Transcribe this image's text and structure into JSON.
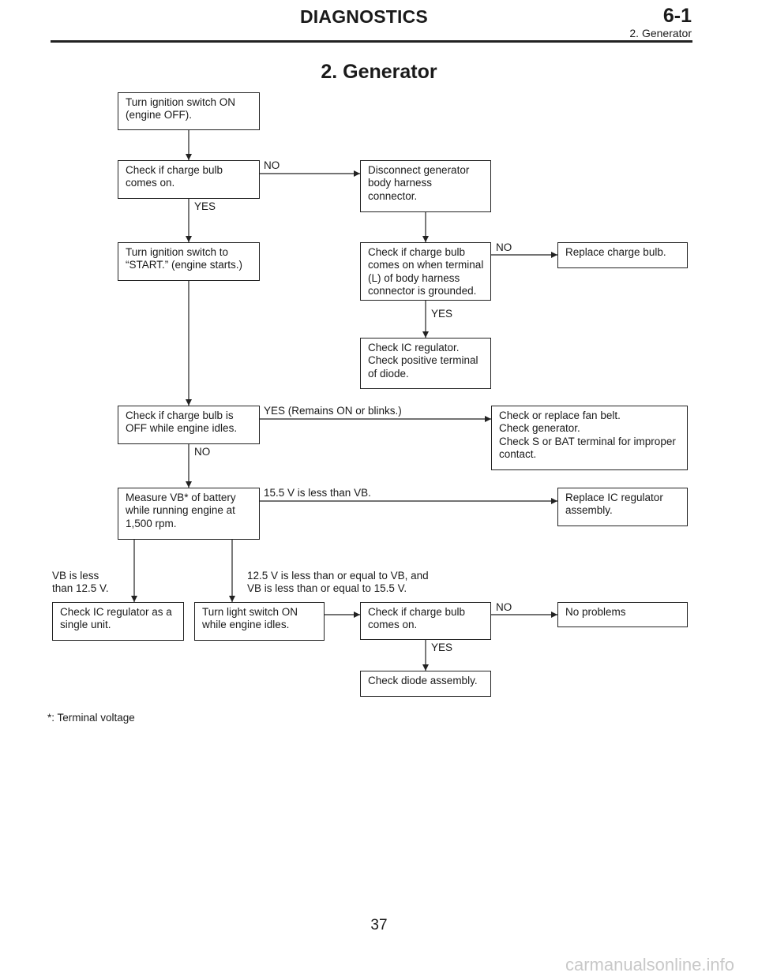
{
  "header": {
    "section": "DIAGNOSTICS",
    "number": "6-1",
    "subsection": "2. Generator"
  },
  "title": "2. Generator",
  "boxes": {
    "b1": "Turn ignition switch ON\n(engine OFF).",
    "b2": "Check if charge bulb\ncomes on.",
    "b3": "Disconnect generator\nbody harness\nconnector.",
    "b4": "Turn ignition switch to\n“START.” (engine starts.)",
    "b5": "Check if charge bulb\ncomes on when terminal\n(L) of body harness\nconnector is grounded.",
    "b6": "Replace charge bulb.",
    "b7": "Check IC regulator.\nCheck positive terminal\nof diode.",
    "b8": "Check if charge bulb is\nOFF while engine idles.",
    "b9": "Check or replace fan belt.\nCheck generator.\nCheck S or BAT terminal for improper\ncontact.",
    "b10": "Measure VB* of battery\nwhile running engine at\n1,500 rpm.",
    "b11": "Replace IC regulator\nassembly.",
    "b12": "Check IC regulator as a\nsingle unit.",
    "b13": "Turn light switch ON\nwhile engine idles.",
    "b14": "Check if charge bulb\ncomes on.",
    "b15": "No problems",
    "b16": "Check diode assembly."
  },
  "labels": {
    "l_no1": "NO",
    "l_yes1": "YES",
    "l_no2": "NO",
    "l_yes2": "YES",
    "l_yes_remains": "YES (Remains ON or blinks.)",
    "l_no3": "NO",
    "l_gt155": "15.5 V is less than VB.",
    "l_lt125": "VB is less\nthan 12.5 V.",
    "l_between": "12.5 V is less than or equal to VB, and\nVB is less than or equal to 15.5 V.",
    "l_no4": "NO",
    "l_yes3": "YES"
  },
  "footnote": "*: Terminal voltage",
  "page_number": "37",
  "watermark": "carmanualsonline.info"
}
